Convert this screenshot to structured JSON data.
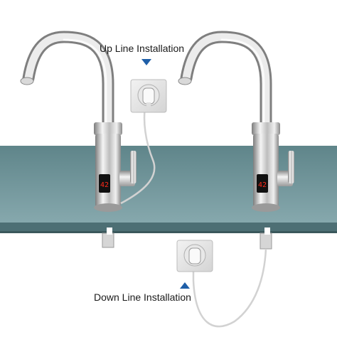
{
  "labels": {
    "up_line": "Up Line Installation",
    "down_line": "Down Line Installation"
  },
  "faucets": [
    {
      "display_reading": "42"
    },
    {
      "display_reading": "42"
    }
  ],
  "colors": {
    "countertop_top": "#7a9ea3",
    "countertop_edge": "#4d6f74",
    "arrow": "#1f5fa8",
    "chrome_light": "#f4f4f4",
    "chrome_dark": "#8a8a8a",
    "display_red": "#ff2a1a"
  },
  "icons": {
    "down_arrow": "triangle-down-icon",
    "up_arrow": "triangle-up-icon",
    "socket": "wall-socket-icon",
    "plug": "power-plug-icon"
  }
}
